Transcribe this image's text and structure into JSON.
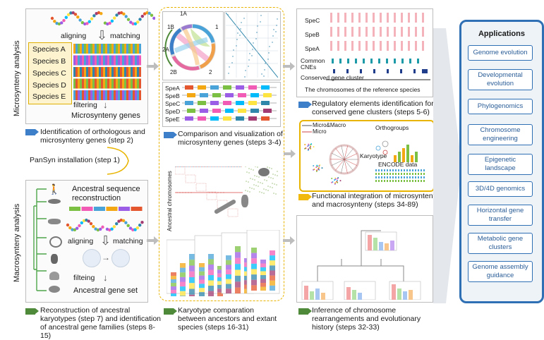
{
  "side_labels": {
    "microsynteny": "Microsynteny analysis",
    "macrosynteny": "Macrosynteny analysis"
  },
  "micro_panel": {
    "aligning": "aligning",
    "matching": "matching",
    "species": [
      "Species A",
      "Species B",
      "Species C",
      "Species D",
      "Species E"
    ],
    "filtering": "filtering",
    "result": "Microsynteny genes"
  },
  "macro_panel": {
    "ancestral_reconstruction": "Ancestral sequence reconstruction",
    "aligning": "aligning",
    "matching": "matching",
    "filtering": "filteing",
    "result": "Ancestral gene set"
  },
  "pansyn": "PanSyn installation (step 1)",
  "circos_labels": [
    "1A",
    "1B",
    "1",
    "2A",
    "2B",
    "2"
  ],
  "track_labels": [
    "SpeA",
    "SpeB",
    "SpeC",
    "SpeD",
    "SpeE"
  ],
  "cne_panel": {
    "rows": [
      "SpeC",
      "SpeB",
      "SpeA"
    ],
    "common": "Common CNEs",
    "cluster": "Conserved gene cluster",
    "chromosomes": "The chromosomes of the reference species"
  },
  "func_panel": {
    "legend_macro": "Micro&Macro",
    "legend_micro": "Micro",
    "orthogroups": "Orthogroups",
    "karyotype": "Karyotype",
    "encode": "ENCODE data"
  },
  "ancestral_axis": "Ancestral chromosomes",
  "captions": {
    "c1": "Identification of orthologous and microsynteny genes (step 2)",
    "c2": "Comparison and visualization of microsynteny genes (steps 3-4)",
    "c3": "Regulatory elements identification for conserved gene clusters (steps 5-6)",
    "c4": "Functional integration of microsynteny and macrosynteny (steps 34-89)",
    "c5": "Reconstruction of ancestral karyotypes (step 7) and identification of ancestral gene families (steps 8-15)",
    "c6": "Karyotype comparation between ancestors and extant species (steps 16-31)",
    "c7": "Inference of chromosome rearrangements and evolutionary history (steps 32-33)"
  },
  "applications": {
    "title": "Applications",
    "items": [
      "Genome evolution",
      "Developmental evolution",
      "Phylogenomics",
      "Chromosome engineering",
      "Epigenetic landscape",
      "3D/4D genomics",
      "Horizontal gene transfer",
      "Metabolic gene clusters",
      "Genome assembly guidance"
    ]
  },
  "colors": {
    "accent_blue": "#2f6fb4",
    "accent_green": "#4e8a3a",
    "accent_yellow": "#f0b90b",
    "dashed_yellow": "#e8b400"
  }
}
